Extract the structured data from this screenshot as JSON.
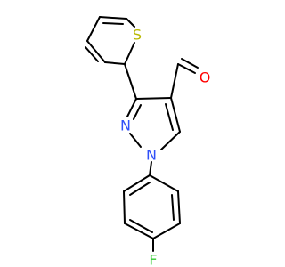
{
  "molecule": {
    "atoms": {
      "sulfur": {
        "symbol": "S",
        "color": "#B8B800"
      },
      "oxygen": {
        "symbol": "O",
        "color": "#FF0000"
      },
      "nitrogen_2": {
        "symbol": "N",
        "color": "#3050F8"
      },
      "nitrogen_1": {
        "symbol": "N",
        "color": "#3050F8"
      },
      "fluorine": {
        "symbol": "F",
        "color": "#33CC33"
      }
    },
    "bond_color": "#000000"
  }
}
